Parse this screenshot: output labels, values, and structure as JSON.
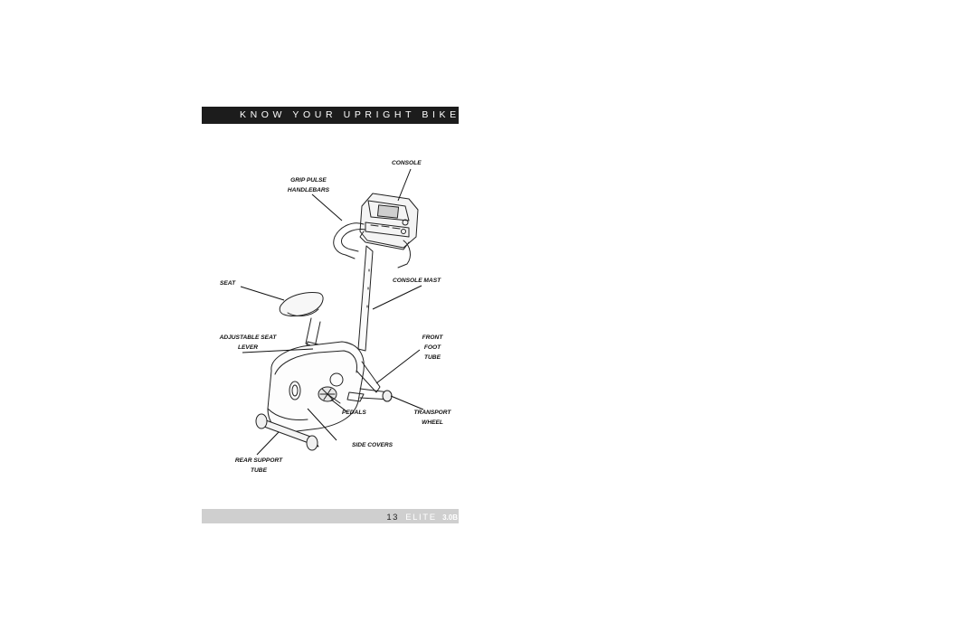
{
  "header": {
    "title": "KNOW YOUR UPRIGHT BIKE"
  },
  "labels": {
    "console": "CONSOLE",
    "grip_pulse_1": "GRIP PULSE",
    "grip_pulse_2": "HANDLEBARS",
    "seat": "SEAT",
    "console_mast": "CONSOLE MAST",
    "adjustable_seat_1": "ADJUSTABLE SEAT",
    "adjustable_seat_2": "LEVER",
    "front_foot_1": "FRONT",
    "front_foot_2": "FOOT",
    "front_foot_3": "TUBE",
    "pedals": "PEDALS",
    "transport_wheel_1": "TRANSPORT",
    "transport_wheel_2": "WHEEL",
    "side_covers": "SIDE COVERS",
    "rear_support_1": "REAR SUPPORT",
    "rear_support_2": "TUBE"
  },
  "footer": {
    "page_number": "13",
    "model_name": "ELITE",
    "model_number": "3.0B"
  },
  "colors": {
    "title_bar": "#1c1c1c",
    "footer_bar": "#cfcfcf"
  }
}
